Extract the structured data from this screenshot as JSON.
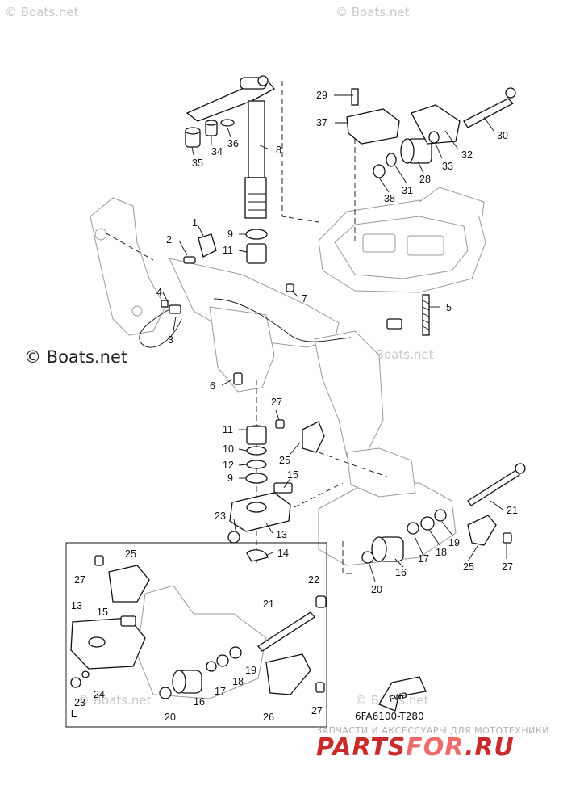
{
  "watermarks": {
    "top_left": "© Boats.net",
    "top_right": "© Boats.net",
    "mid_left": "© Boats.net",
    "mid_right": "© Boats.net",
    "bottom_left": "© Boats.net",
    "bottom_right": "© Boats.net"
  },
  "diagram_code": "6FA6100-T280",
  "inset_letter": "L",
  "fwd_label": "FWD",
  "footer": {
    "ru_caption": "ЗАПЧАСТИ И АКСЕССУАРЫ ДЛЯ МОТОТЕХНИКИ",
    "brand_a": "PARTS",
    "brand_b": "FOR",
    "brand_c": ".RU"
  },
  "callouts": [
    "1",
    "2",
    "3",
    "4",
    "5",
    "6",
    "7",
    "8",
    "9",
    "9",
    "10",
    "11",
    "11",
    "12",
    "13",
    "13",
    "14",
    "15",
    "15",
    "16",
    "16",
    "17",
    "17",
    "18",
    "18",
    "19",
    "19",
    "20",
    "20",
    "21",
    "21",
    "22",
    "23",
    "23",
    "24",
    "25",
    "25",
    "25",
    "26",
    "27",
    "27",
    "27",
    "27",
    "28",
    "29",
    "30",
    "31",
    "32",
    "33",
    "34",
    "35",
    "36",
    "37",
    "38"
  ]
}
